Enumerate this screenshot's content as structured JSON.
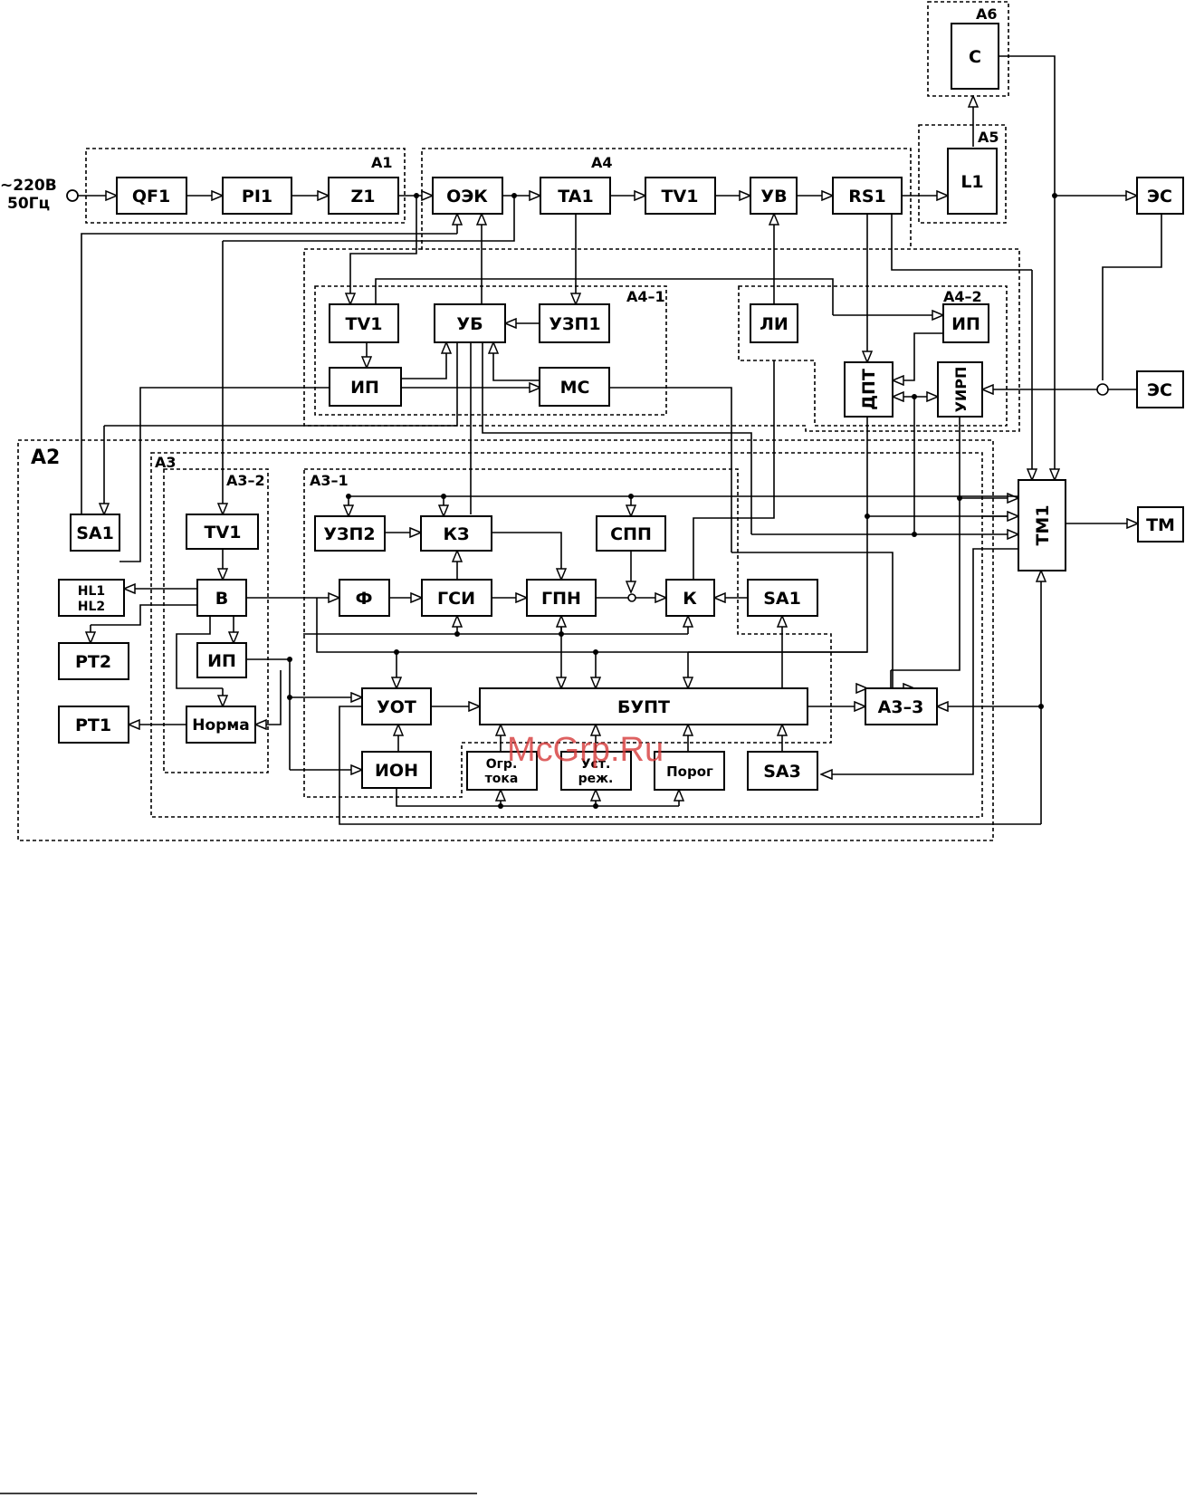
{
  "input": {
    "voltage": "~220В",
    "frequency": "50Гц"
  },
  "groups": {
    "A1": "A1",
    "A4": "A4",
    "A4_1": "A4–1",
    "A4_2": "A4–2",
    "A5": "A5",
    "A6": "A6",
    "A2": "A2",
    "A3": "A3",
    "A3_1": "A3–1",
    "A3_2": "A3–2"
  },
  "blocks": {
    "QF1": "QF1",
    "PI1": "PI1",
    "Z1": "Z1",
    "OEK": "ОЭК",
    "TA1": "TA1",
    "TV1_main": "TV1",
    "UV": "УВ",
    "RS1": "RS1",
    "L1": "L1",
    "C": "C",
    "ES1": "ЭС",
    "ES2": "ЭС",
    "TM1": "TM1",
    "TM": "TM",
    "TV1_a4": "TV1",
    "UB": "УБ",
    "UZP1": "УЗП1",
    "IP_a4": "ИП",
    "MS": "МС",
    "LI": "ЛИ",
    "IP_a42": "ИП",
    "DPT": "ДПТ",
    "UIRP": "УИРП",
    "SA1_left": "SA1",
    "HL": "HL1",
    "HL_2": "HL2",
    "RT2": "PT2",
    "RT1": "PT1",
    "TV1_a3": "TV1",
    "V": "B",
    "IP_a3": "ИП",
    "NORMA": "Норма",
    "UZP2": "УЗП2",
    "KZ": "КЗ",
    "SPP": "СПП",
    "F": "Ф",
    "GSI": "ГСИ",
    "GPN": "ГПН",
    "K": "К",
    "SA1_a3": "SA1",
    "UOT": "УОТ",
    "BUPT": "БУПТ",
    "ION": "ИОН",
    "OGR_1": "Огр.",
    "OGR_2": "тока",
    "UST_1": "Уст.",
    "UST_2": "реж.",
    "POROG": "Порог",
    "SA3": "SA3",
    "A3_3": "A3–3"
  },
  "watermark": "McGrp.Ru"
}
